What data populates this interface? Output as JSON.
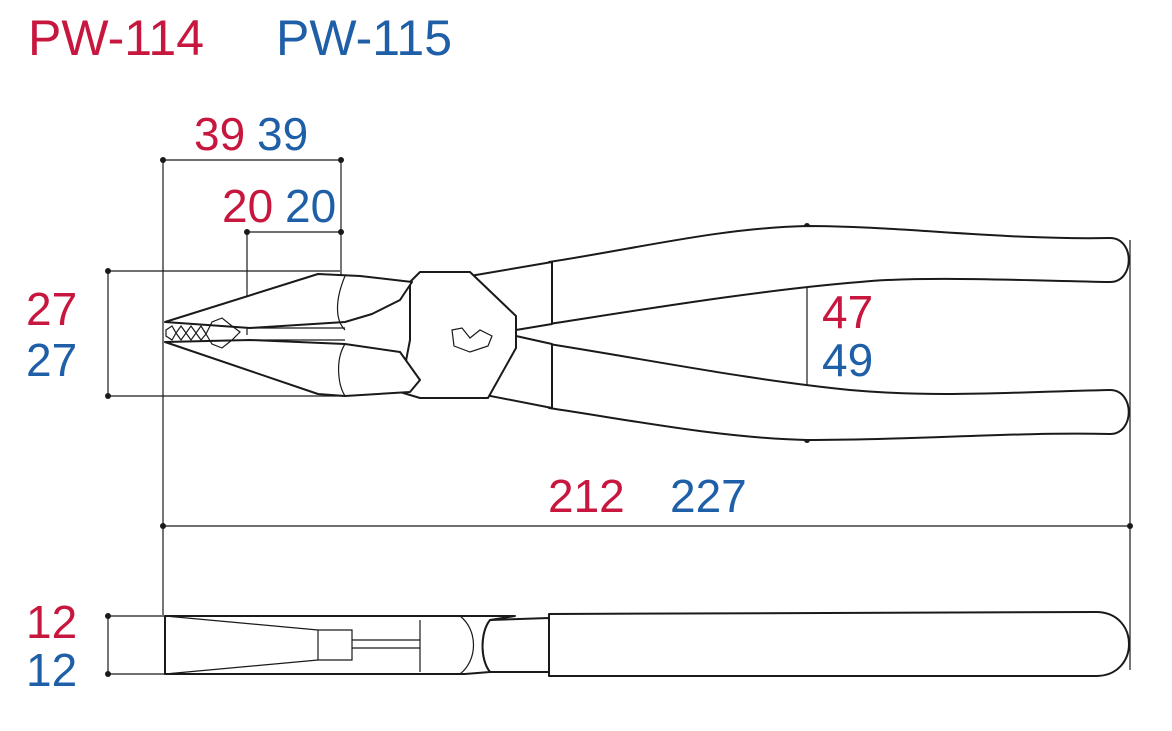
{
  "models": {
    "a": {
      "name": "PW-114",
      "color": "#c8173e"
    },
    "b": {
      "name": "PW-115",
      "color": "#1f5fa8"
    }
  },
  "dimensions": {
    "jaw_length": {
      "a": "39",
      "b": "39"
    },
    "cutter_length": {
      "a": "20",
      "b": "20"
    },
    "head_width": {
      "a": "27",
      "b": "27"
    },
    "handle_width": {
      "a": "47",
      "b": "49"
    },
    "overall_length": {
      "a": "212",
      "b": "227"
    },
    "thickness": {
      "a": "12",
      "b": "12"
    }
  }
}
